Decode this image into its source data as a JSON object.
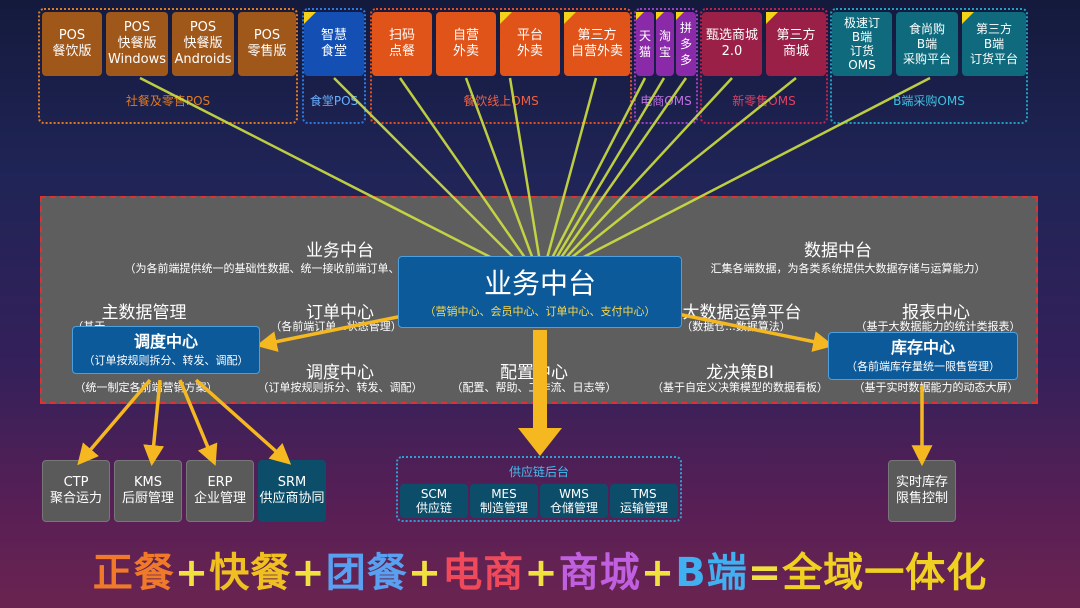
{
  "top_row": {
    "pos_group": {
      "label": "社餐及零售POS",
      "items": [
        "POS\n餐饮版",
        "POS\n快餐版\nWindows",
        "POS\n快餐版\nAndroids",
        "POS\n零售版"
      ]
    },
    "canteen_group": {
      "label": "食堂POS",
      "items": [
        "智慧\n食堂"
      ]
    },
    "catering_group": {
      "label": "餐饮线上OMS",
      "items": [
        "扫码\n点餐",
        "自营\n外卖",
        "平台\n外卖",
        "第三方\n自营外卖"
      ]
    },
    "ecommerce_group": {
      "label": "电商OMS",
      "items": [
        "天\n猫",
        "淘\n宝",
        "拼\n多\n多"
      ]
    },
    "retail_group": {
      "label": "新零售OMS",
      "items": [
        "甄选商城\n2.0",
        "第三方\n商城"
      ]
    },
    "b2b_group": {
      "label": "B端采购OMS",
      "items": [
        "极速订\nB端\n订货\nOMS",
        "食尚购\nB端\n采购平台",
        "第三方\nB端\n订货平台"
      ]
    }
  },
  "middle_panel": {
    "business_platform": {
      "title": "业务中台",
      "subtitle": "（为各前端提供统一的基础性数据、统一接收前端订单、"
    },
    "data_platform": {
      "title": "数据中台",
      "subtitle": "汇集各端数据，为各类系统提供大数据存储与运算能力）"
    },
    "master_data": {
      "title": "主数据管理",
      "subtitle": "（基于..."
    },
    "order_center": {
      "title": "订单中心",
      "subtitle": "（各前端订单...状态管理）"
    },
    "bigdata": {
      "title": "大数据运算平台",
      "subtitle": "（数据仓...数据算法）"
    },
    "report_center": {
      "title": "报表中心",
      "subtitle": "（基于大数据能力的统计类报表）"
    },
    "dispatch_center_bg": {
      "title": "调度中心",
      "subtitle": "（订单按规则拆分、转发、调配）"
    },
    "config_center": {
      "title": "配置中心",
      "subtitle": "（配置、帮助、工作流、日志等）"
    },
    "dragon_bi": {
      "title": "龙决策BI",
      "subtitle": "（基于自定义决策模型的数据看板）"
    },
    "unified_pricing": {
      "subtitle": "（统一制定各前端营销方案）"
    },
    "realtime_stock_note": {
      "subtitle": "（基于实时数据能力的动态大屏）"
    }
  },
  "callouts": {
    "center": {
      "title": "业务中台",
      "subtitle": "（营销中心、会员中心、订单中心、支付中心）"
    },
    "dispatch": {
      "title": "调度中心",
      "subtitle": "（订单按规则拆分、转发、调配）"
    },
    "inventory": {
      "title": "库存中心",
      "subtitle": "（各前端库存量统一限售管理）"
    }
  },
  "bottom_left": [
    "CTP\n聚合运力",
    "KMS\n后厨管理",
    "ERP\n企业管理",
    "SRM\n供应商协同"
  ],
  "supply_chain": {
    "label": "供应链后台",
    "items": [
      "SCM\n供应链",
      "MES\n制造管理",
      "WMS\n仓储管理",
      "TMS\n运输管理"
    ]
  },
  "realtime_stock": "实时库存\n限售控制",
  "slogan": {
    "parts": [
      "正餐",
      "+",
      "快餐",
      "+",
      "团餐",
      "+",
      "电商",
      "+",
      "商城",
      "+",
      "B端",
      "=",
      "全域一体化"
    ],
    "colors": [
      "#f07a2a",
      "#f0e040",
      "#f0c020",
      "#f0e040",
      "#5aa0f0",
      "#f0e040",
      "#f04a5a",
      "#f0e040",
      "#c060e0",
      "#f0e040",
      "#40b0f0",
      "#f0e040",
      "#f0d020"
    ]
  }
}
